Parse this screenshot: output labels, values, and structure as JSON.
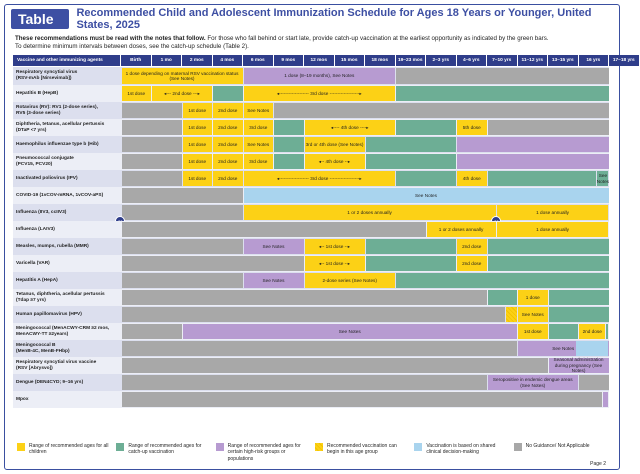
{
  "title": {
    "badge": "Table 1",
    "text": "Recommended Child and Adolescent Immunization Schedule for Ages 18 Years or Younger, United States, 2025"
  },
  "notes": {
    "line1_bold": "These recommendations must be read with the notes that follow.",
    "line1_rest": " For those who fall behind or start late, provide catch-up vaccination at the earliest opportunity as indicated by the green bars.",
    "line2": "To determine minimum intervals between doses, see the catch-up schedule (Table 2)."
  },
  "headers": [
    "Vaccine and other immunizing agents",
    "Birth",
    "1 mo",
    "2 mos",
    "4 mos",
    "6 mos",
    "9 mos",
    "12 mos",
    "15 mos",
    "18 mos",
    "19–23 mos",
    "2–3 yrs",
    "4–6 yrs",
    "7–10 yrs",
    "11–12 yrs",
    "13–15 yrs",
    "16 yrs",
    "17–18 yrs"
  ],
  "rows": [
    {
      "name": "Respiratory syncytial virus",
      "sub": "(RSV-mAb [Nirsevimab])",
      "cells": [
        {
          "c": "y",
          "from": 0,
          "to": 4,
          "t": "1 dose depending on maternal RSV vaccination status (See Notes)"
        },
        {
          "c": "p",
          "from": 4,
          "to": 9,
          "t": "1 dose (8–19 months), See Notes"
        },
        {
          "c": "gr",
          "from": 9,
          "to": 16,
          "t": ""
        }
      ]
    },
    {
      "name": "Hepatitis B (HepB)",
      "sub": "",
      "cells": [
        {
          "c": "y",
          "from": 0,
          "to": 1,
          "t": "1st dose"
        },
        {
          "c": "y",
          "from": 1,
          "to": 3,
          "t": "◂--- 2nd dose ---▸"
        },
        {
          "c": "g",
          "from": 3,
          "to": 4,
          "t": ""
        },
        {
          "c": "y",
          "from": 4,
          "to": 9,
          "t": "◂------------------- 3rd dose -------------------▸"
        },
        {
          "c": "g",
          "from": 9,
          "to": 16,
          "t": ""
        }
      ]
    },
    {
      "name": "Rotavirus (RV): RV1 (2-dose series),",
      "sub": "RV5 (3-dose series)",
      "cells": [
        {
          "c": "gr",
          "from": 0,
          "to": 2,
          "t": ""
        },
        {
          "c": "y",
          "from": 2,
          "to": 3,
          "t": "1st dose"
        },
        {
          "c": "y",
          "from": 3,
          "to": 4,
          "t": "2nd dose"
        },
        {
          "c": "y",
          "from": 4,
          "to": 5,
          "t": "See Notes"
        },
        {
          "c": "gr",
          "from": 5,
          "to": 16,
          "t": ""
        }
      ]
    },
    {
      "name": "Diphtheria, tetanus, acellular pertussis",
      "sub": "(DTaP <7 yrs)",
      "cells": [
        {
          "c": "gr",
          "from": 0,
          "to": 2,
          "t": ""
        },
        {
          "c": "y",
          "from": 2,
          "to": 3,
          "t": "1st dose"
        },
        {
          "c": "y",
          "from": 3,
          "to": 4,
          "t": "2nd dose"
        },
        {
          "c": "y",
          "from": 4,
          "to": 5,
          "t": "3rd dose"
        },
        {
          "c": "g",
          "from": 5,
          "to": 6,
          "t": ""
        },
        {
          "c": "y",
          "from": 6,
          "to": 9,
          "t": "◂---- 4th dose ----▸"
        },
        {
          "c": "g",
          "from": 9,
          "to": 11,
          "t": ""
        },
        {
          "c": "y",
          "from": 11,
          "to": 12,
          "t": "5th dose"
        },
        {
          "c": "gr",
          "from": 12,
          "to": 16,
          "t": ""
        }
      ]
    },
    {
      "name": "Haemophilus influenzae type b (Hib)",
      "sub": "",
      "cells": [
        {
          "c": "gr",
          "from": 0,
          "to": 2,
          "t": ""
        },
        {
          "c": "y",
          "from": 2,
          "to": 3,
          "t": "1st dose"
        },
        {
          "c": "y",
          "from": 3,
          "to": 4,
          "t": "2nd dose"
        },
        {
          "c": "y",
          "from": 4,
          "to": 5,
          "t": "See Notes"
        },
        {
          "c": "g",
          "from": 5,
          "to": 6,
          "t": ""
        },
        {
          "c": "y",
          "from": 6,
          "to": 8,
          "t": "3rd or 4th dose (See Notes)"
        },
        {
          "c": "g",
          "from": 8,
          "to": 11,
          "t": ""
        },
        {
          "c": "p",
          "from": 11,
          "to": 16,
          "t": ""
        }
      ]
    },
    {
      "name": "Pneumococcal conjugate",
      "sub": "(PCV15, PCV20)",
      "cells": [
        {
          "c": "gr",
          "from": 0,
          "to": 2,
          "t": ""
        },
        {
          "c": "y",
          "from": 2,
          "to": 3,
          "t": "1st dose"
        },
        {
          "c": "y",
          "from": 3,
          "to": 4,
          "t": "2nd dose"
        },
        {
          "c": "y",
          "from": 4,
          "to": 5,
          "t": "3rd dose"
        },
        {
          "c": "g",
          "from": 5,
          "to": 6,
          "t": ""
        },
        {
          "c": "y",
          "from": 6,
          "to": 8,
          "t": "◂-- 4th dose --▸"
        },
        {
          "c": "g",
          "from": 8,
          "to": 11,
          "t": ""
        },
        {
          "c": "p",
          "from": 11,
          "to": 16,
          "t": ""
        }
      ]
    },
    {
      "name": "Inactivated poliovirus (IPV)",
      "sub": "",
      "cells": [
        {
          "c": "gr",
          "from": 0,
          "to": 2,
          "t": ""
        },
        {
          "c": "y",
          "from": 2,
          "to": 3,
          "t": "1st dose"
        },
        {
          "c": "y",
          "from": 3,
          "to": 4,
          "t": "2nd dose"
        },
        {
          "c": "y",
          "from": 4,
          "to": 9,
          "t": "◂------------------- 3rd dose -------------------▸"
        },
        {
          "c": "g",
          "from": 9,
          "to": 11,
          "t": ""
        },
        {
          "c": "y",
          "from": 11,
          "to": 12,
          "t": "4th dose"
        },
        {
          "c": "g",
          "from": 12,
          "to": 15.6,
          "t": ""
        },
        {
          "c": "g",
          "from": 15.6,
          "to": 16,
          "t": "See Notes"
        }
      ]
    },
    {
      "name": "COVID-19 (1vCOV-mRNA, 1vCOV-aPS)",
      "sub": "",
      "cells": [
        {
          "c": "gr",
          "from": 0,
          "to": 4,
          "t": ""
        },
        {
          "c": "b",
          "from": 4,
          "to": 16,
          "t": "See Notes"
        }
      ]
    },
    {
      "name": "Influenza (IIV3, ccIIV3)",
      "sub": "",
      "or": true,
      "cells": [
        {
          "c": "gr",
          "from": 0,
          "to": 4,
          "t": ""
        },
        {
          "c": "y",
          "from": 4,
          "to": 12.3,
          "t": "1 or 2 doses annually"
        },
        {
          "c": "y",
          "from": 12.3,
          "to": 16,
          "t": "1 dose annually"
        }
      ]
    },
    {
      "name": "Influenza (LAIV3)",
      "sub": "",
      "cells": [
        {
          "c": "gr",
          "from": 0,
          "to": 10,
          "t": ""
        },
        {
          "c": "y",
          "from": 10,
          "to": 12.3,
          "t": "1 or 2 doses annually"
        },
        {
          "c": "y",
          "from": 12.3,
          "to": 16,
          "t": "1 dose annually"
        }
      ]
    },
    {
      "name": "Measles, mumps, rubella (MMR)",
      "sub": "",
      "cells": [
        {
          "c": "gr",
          "from": 0,
          "to": 4,
          "t": ""
        },
        {
          "c": "p",
          "from": 4,
          "to": 6,
          "t": "See Notes"
        },
        {
          "c": "y",
          "from": 6,
          "to": 8,
          "t": "◂-- 1st dose --▸"
        },
        {
          "c": "g",
          "from": 8,
          "to": 11,
          "t": ""
        },
        {
          "c": "y",
          "from": 11,
          "to": 12,
          "t": "2nd dose"
        },
        {
          "c": "g",
          "from": 12,
          "to": 16,
          "t": ""
        }
      ]
    },
    {
      "name": "Varicella (VAR)",
      "sub": "",
      "cells": [
        {
          "c": "gr",
          "from": 0,
          "to": 6,
          "t": ""
        },
        {
          "c": "y",
          "from": 6,
          "to": 8,
          "t": "◂-- 1st dose --▸"
        },
        {
          "c": "g",
          "from": 8,
          "to": 11,
          "t": ""
        },
        {
          "c": "y",
          "from": 11,
          "to": 12,
          "t": "2nd dose"
        },
        {
          "c": "g",
          "from": 12,
          "to": 16,
          "t": ""
        }
      ]
    },
    {
      "name": "Hepatitis A (HepA)",
      "sub": "",
      "cells": [
        {
          "c": "gr",
          "from": 0,
          "to": 4,
          "t": ""
        },
        {
          "c": "p",
          "from": 4,
          "to": 6,
          "t": "See Notes"
        },
        {
          "c": "y",
          "from": 6,
          "to": 9,
          "t": "2-dose series (See Notes)"
        },
        {
          "c": "g",
          "from": 9,
          "to": 16,
          "t": ""
        }
      ]
    },
    {
      "name": "Tetanus, diphtheria, acellular pertussis",
      "sub": "(Tdap ≥7 yrs)",
      "cells": [
        {
          "c": "gr",
          "from": 0,
          "to": 12,
          "t": ""
        },
        {
          "c": "g",
          "from": 12,
          "to": 13,
          "t": ""
        },
        {
          "c": "y",
          "from": 13,
          "to": 14,
          "t": "1 dose"
        },
        {
          "c": "g",
          "from": 14,
          "to": 16,
          "t": ""
        }
      ]
    },
    {
      "name": "Human papillomavirus (HPV)",
      "sub": "",
      "cells": [
        {
          "c": "gr",
          "from": 0,
          "to": 12.6,
          "t": ""
        },
        {
          "c": "hatch",
          "from": 12.6,
          "to": 13,
          "t": ""
        },
        {
          "c": "y",
          "from": 13,
          "to": 14,
          "t": "See Notes"
        },
        {
          "c": "g",
          "from": 14,
          "to": 16,
          "t": ""
        }
      ]
    },
    {
      "name": "Meningococcal (MenACWY-CRM ≥2 mos,",
      "sub": "MenACWY-TT ≥2years)",
      "cells": [
        {
          "c": "gr",
          "from": 0,
          "to": 2,
          "t": ""
        },
        {
          "c": "p",
          "from": 2,
          "to": 13,
          "t": "See Notes"
        },
        {
          "c": "y",
          "from": 13,
          "to": 14,
          "t": "1st dose"
        },
        {
          "c": "g",
          "from": 14,
          "to": 15,
          "t": ""
        },
        {
          "c": "y",
          "from": 15,
          "to": 15.9,
          "t": "2nd dose"
        },
        {
          "c": "g",
          "from": 15.9,
          "to": 16,
          "t": ""
        }
      ]
    },
    {
      "name": "Meningococcal B",
      "sub": "(MenB-4C, MenB-FHbp)",
      "cells": [
        {
          "c": "gr",
          "from": 0,
          "to": 13,
          "t": ""
        },
        {
          "c": "p",
          "from": 13,
          "to": 16,
          "t": "See Notes"
        },
        {
          "c": "b",
          "from": 14.9,
          "to": 16,
          "t": ""
        }
      ]
    },
    {
      "name": "Respiratory syncytial virus vaccine",
      "sub": "(RSV [Abrysvo])",
      "cells": [
        {
          "c": "gr",
          "from": 0,
          "to": 14,
          "t": ""
        },
        {
          "c": "p",
          "from": 14,
          "to": 16,
          "t": "Seasonal administration during pregnancy (See Notes)"
        }
      ]
    },
    {
      "name": "Dengue (DEN4CYD; 9–16 yrs)",
      "sub": "",
      "cells": [
        {
          "c": "gr",
          "from": 0,
          "to": 12,
          "t": ""
        },
        {
          "c": "p",
          "from": 12,
          "to": 15,
          "t": "Seropositive in endemic dengue areas (See Notes)"
        },
        {
          "c": "gr",
          "from": 15,
          "to": 16,
          "t": ""
        }
      ]
    },
    {
      "name": "Mpox",
      "sub": "",
      "cells": [
        {
          "c": "gr",
          "from": 0,
          "to": 15.8,
          "t": ""
        },
        {
          "c": "p",
          "from": 15.8,
          "to": 16,
          "t": ""
        }
      ]
    }
  ],
  "or_label": "or",
  "legend": [
    {
      "c": "#fcd116",
      "t": "Range of recommended ages for all children"
    },
    {
      "c": "#6dae95",
      "t": "Range of recommended ages for catch-up vaccination"
    },
    {
      "c": "#b79bd1",
      "t": "Range of recommended ages for certain high-risk groups or populations"
    },
    {
      "c": "hatch",
      "t": "Recommended vaccination can begin in this age group"
    },
    {
      "c": "#a9d4ee",
      "t": "Vaccination is based on shared clinical decision-making"
    },
    {
      "c": "#a8a8a8",
      "t": "No Guidance/ Not Applicable"
    }
  ],
  "page_label": "Page 2"
}
